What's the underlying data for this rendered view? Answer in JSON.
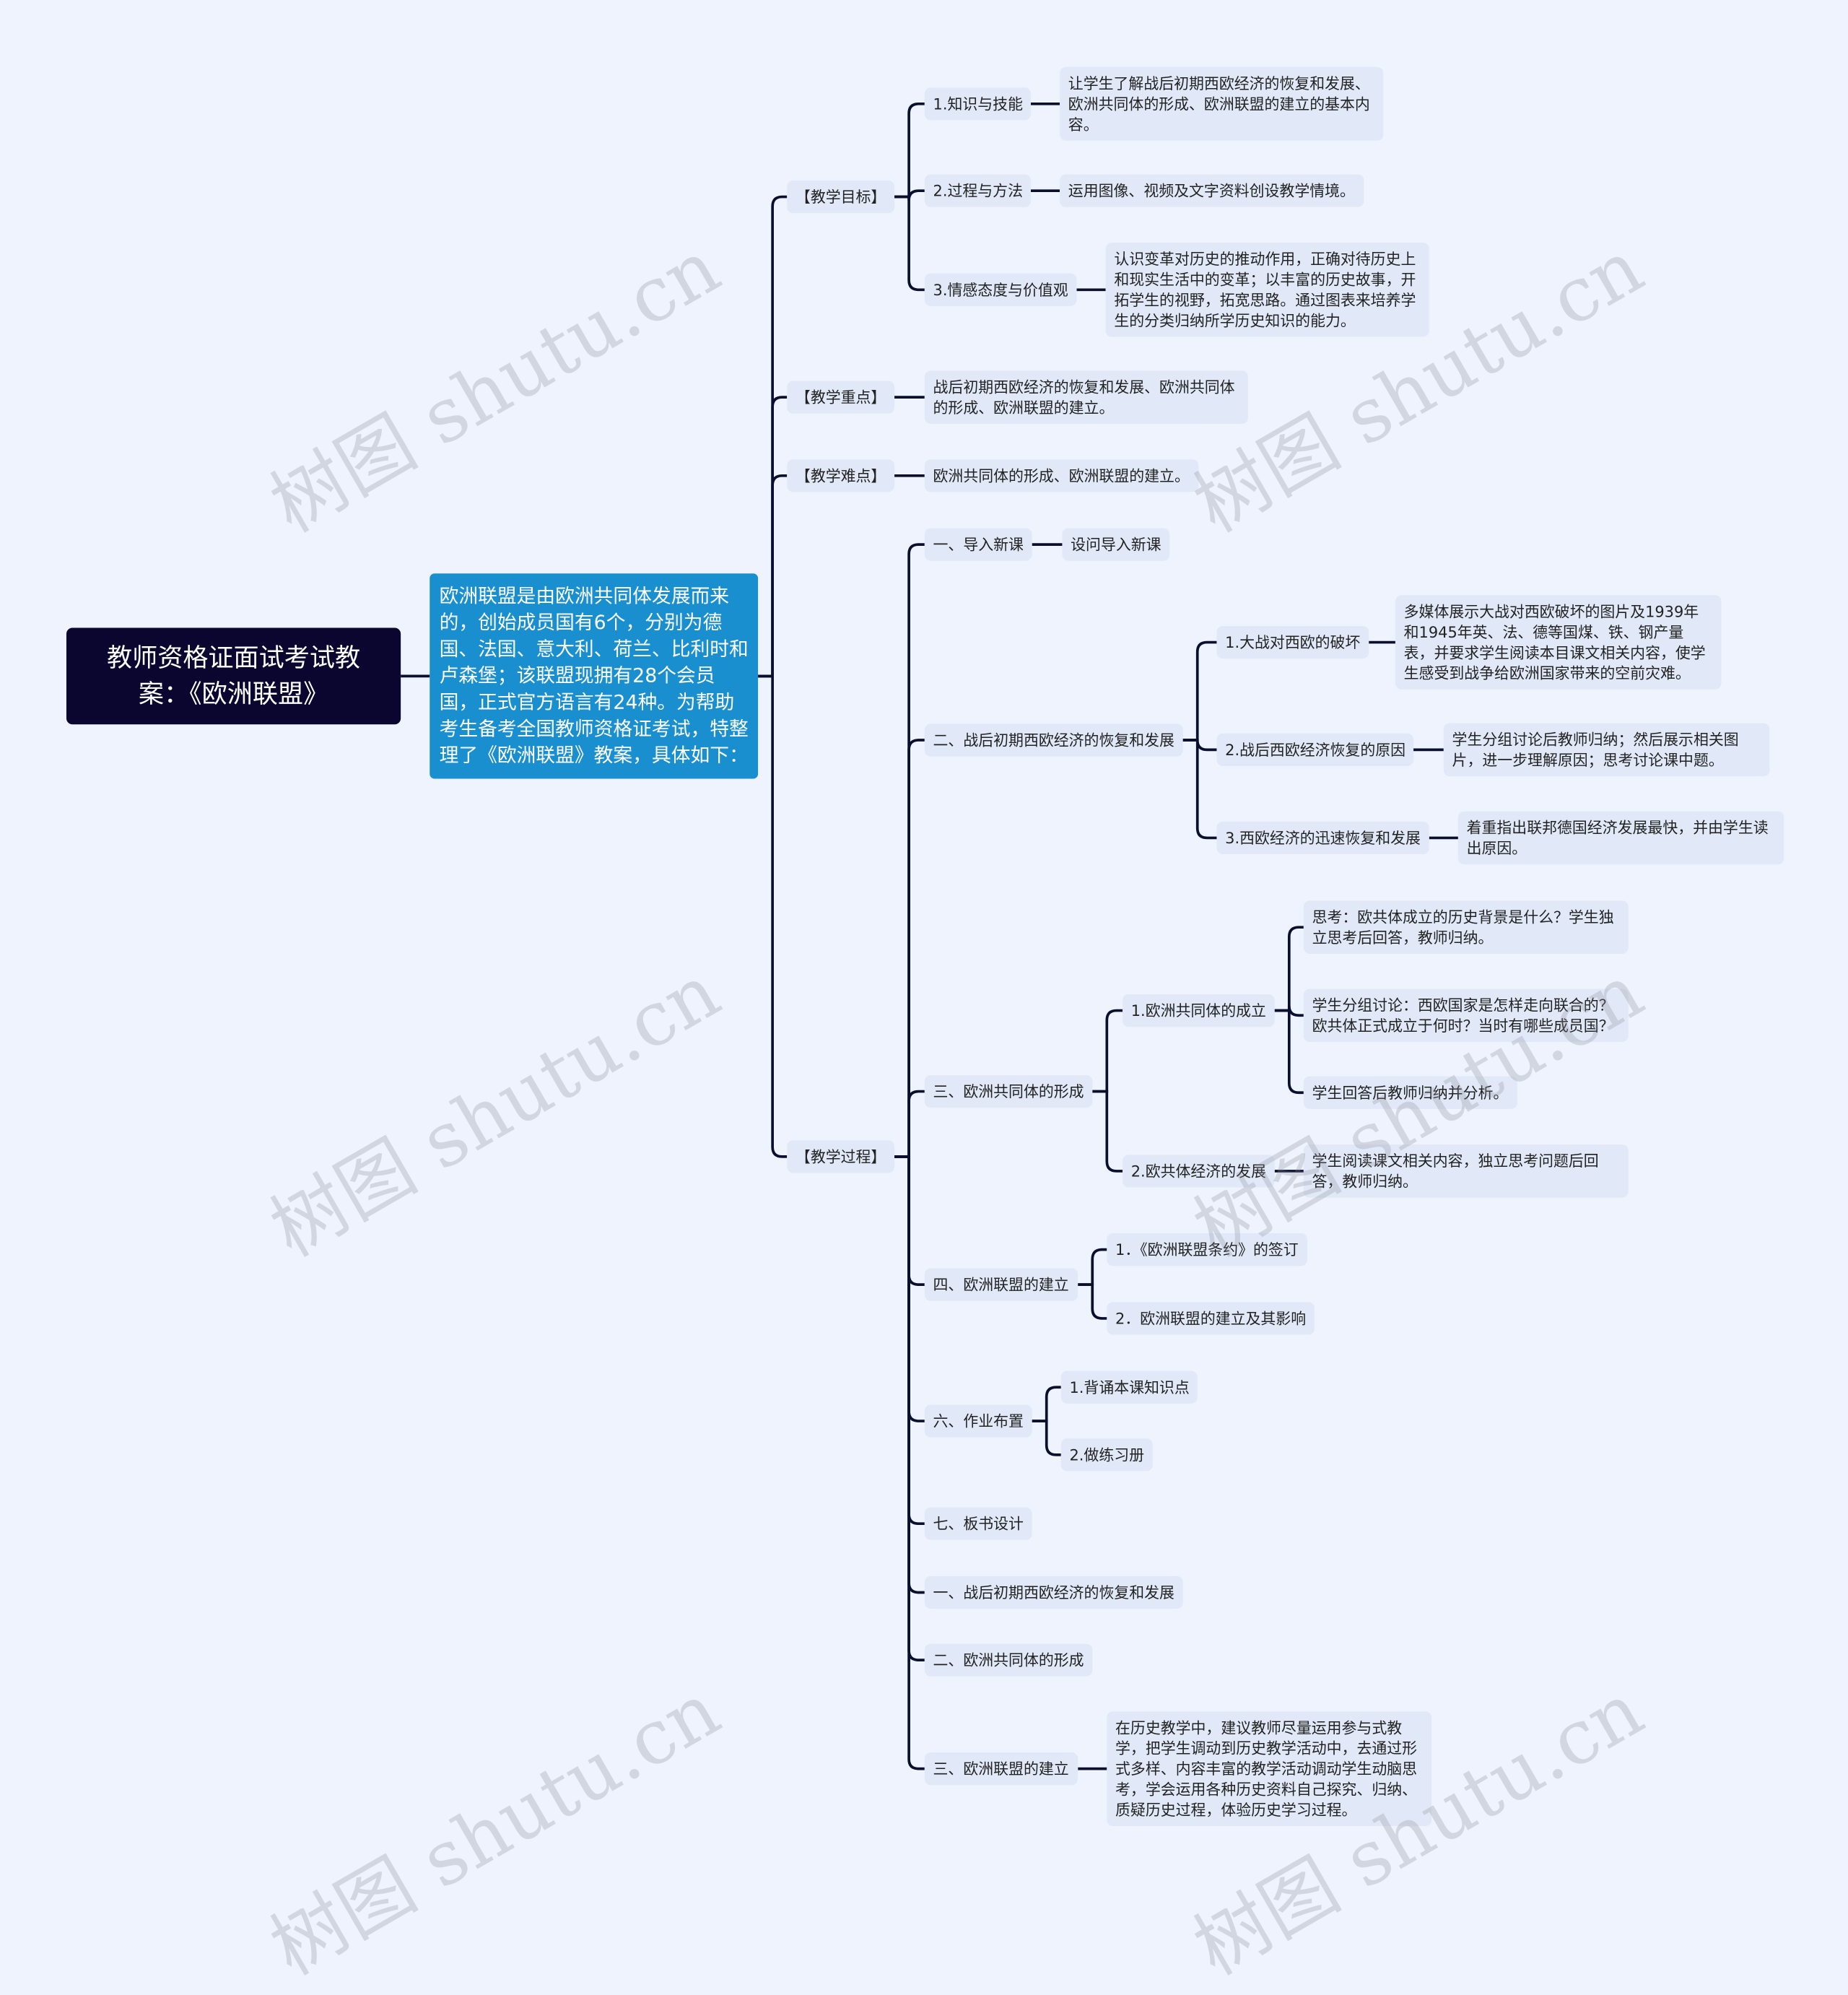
{
  "root": {
    "title": "教师资格证面试考试教案：《欧洲联盟》"
  },
  "description": "欧洲联盟是由欧洲共同体发展而来的，创始成员国有6个，分别为德国、法国、意大利、荷兰、比利时和卢森堡；该联盟现拥有28个会员国，正式官方语言有24种。为帮助考生备考全国教师资格证考试，特整理了《欧洲联盟》教案，具体如下：",
  "goals": {
    "label": "【教学目标】",
    "items": [
      {
        "label": "1.知识与技能",
        "detail": "让学生了解战后初期西欧经济的恢复和发展、欧洲共同体的形成、欧洲联盟的建立的基本内容。"
      },
      {
        "label": "2.过程与方法",
        "detail": "运用图像、视频及文字资料创设教学情境。"
      },
      {
        "label": "3.情感态度与价值观",
        "detail": "认识变革对历史的推动作用，正确对待历史上和现实生活中的变革；以丰富的历史故事，开拓学生的视野，拓宽思路。通过图表来培养学生的分类归纳所学历史知识的能力。"
      }
    ]
  },
  "key_point": {
    "label": "【教学重点】",
    "detail": "战后初期西欧经济的恢复和发展、欧洲共同体的形成、欧洲联盟的建立。"
  },
  "difficulty": {
    "label": "【教学难点】",
    "detail": "欧洲共同体的形成、欧洲联盟的建立。"
  },
  "process": {
    "label": "【教学过程】",
    "intro": {
      "label": "一、导入新课",
      "detail": "设问导入新课"
    },
    "recovery": {
      "label": "二、战后初期西欧经济的恢复和发展",
      "items": [
        {
          "label": "1.大战对西欧的破坏",
          "detail": "多媒体展示大战对西欧破坏的图片及1939年和1945年英、法、德等国煤、铁、钢产量表，并要求学生阅读本目课文相关内容，使学生感受到战争给欧洲国家带来的空前灾难。"
        },
        {
          "label": "2.战后西欧经济恢复的原因",
          "detail": "学生分组讨论后教师归纳；然后展示相关图片，进一步理解原因；思考讨论课中题。"
        },
        {
          "label": "3.西欧经济的迅速恢复和发展",
          "detail": "着重指出联邦德国经济发展最快，并由学生读出原因。"
        }
      ]
    },
    "community": {
      "label": "三、欧洲共同体的形成",
      "founding": {
        "label": "1.欧洲共同体的成立",
        "details": [
          "思考：欧共体成立的历史背景是什么？学生独立思考后回答，教师归纳。",
          "学生分组讨论：西欧国家是怎样走向联合的？欧共体正式成立于何时？当时有哪些成员国？",
          "学生回答后教师归纳并分析。"
        ]
      },
      "economy": {
        "label": "2.欧共体经济的发展",
        "detail": "学生阅读课文相关内容，独立思考问题后回答，教师归纳。"
      }
    },
    "union": {
      "label": "四、欧洲联盟的建立",
      "items": [
        "1．《欧洲联盟条约》的签订",
        "2．欧洲联盟的建立及其影响"
      ]
    },
    "homework": {
      "label": "六、作业布置",
      "items": [
        "1.背诵本课知识点",
        "2.做练习册"
      ]
    },
    "board": {
      "label": "七、板书设计"
    },
    "board_items": [
      "一、战后初期西欧经济的恢复和发展",
      "二、欧洲共同体的形成"
    ],
    "final": {
      "label": "三、欧洲联盟的建立",
      "detail": "在历史教学中，建议教师尽量运用参与式教学，把学生调动到历史教学活动中，去通过形式多样、内容丰富的教学活动调动学生动脑思考，学会运用各种历史资料自己探究、归纳、质疑历史过程，体验历史学习过程。"
    }
  },
  "watermark": "树图 shutu.cn",
  "colors": {
    "background": "#eef3fd",
    "node": "#e1e9f8",
    "root": "#0b0630",
    "description": "#1a8fd0",
    "line": "#0b0f2e"
  }
}
